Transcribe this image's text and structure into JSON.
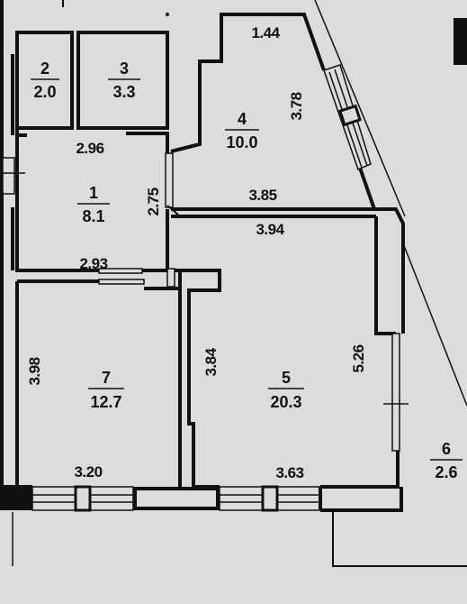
{
  "colors": {
    "background": "#dcdcdc",
    "wall": "#111111"
  },
  "rooms": [
    {
      "id": "2",
      "area": "2.0"
    },
    {
      "id": "3",
      "area": "3.3"
    },
    {
      "id": "4",
      "area": "10.0"
    },
    {
      "id": "1",
      "area": "8.1"
    },
    {
      "id": "7",
      "area": "12.7"
    },
    {
      "id": "5",
      "area": "20.3"
    },
    {
      "id": "6",
      "area": "2.6"
    }
  ],
  "dimensions": {
    "d_1_44": "1.44",
    "d_3_78": "3.78",
    "d_2_96": "2.96",
    "d_2_75": "2.75",
    "d_3_85": "3.85",
    "d_3_94": "3.94",
    "d_2_93": "2.93",
    "d_3_98": "3.98",
    "d_3_84": "3.84",
    "d_5_26": "5.26",
    "d_3_20": "3.20",
    "d_3_63": "3.63"
  }
}
